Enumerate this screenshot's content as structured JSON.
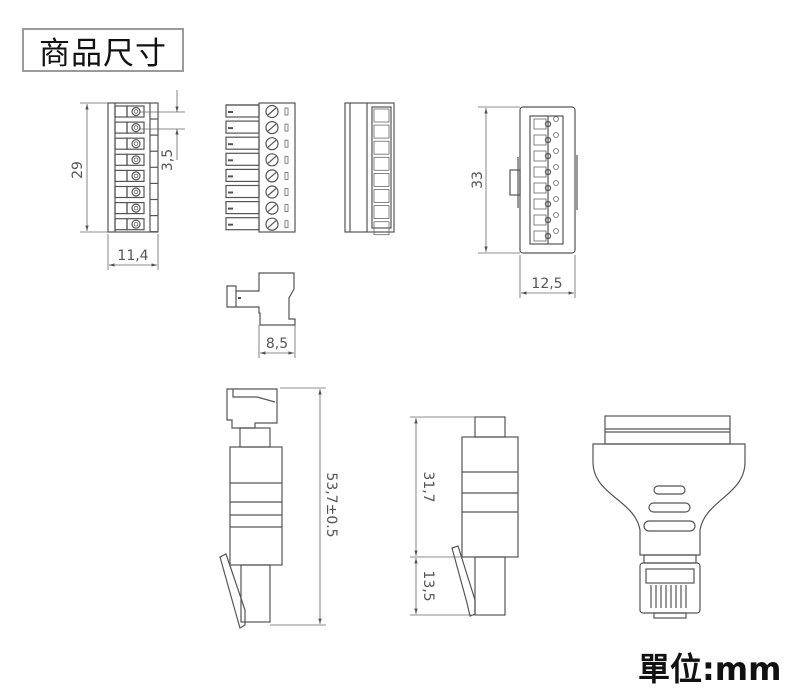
{
  "title": "商品尺寸",
  "unit_label": "單位:mm",
  "dimensions": {
    "terminal_height": "29",
    "pitch": "3,5",
    "terminal_width": "11,4",
    "terminal_side_depth": "8,5",
    "adapter_height": "33",
    "adapter_width": "12,5",
    "total_length": "53,7±0.5",
    "body_length": "31,7",
    "plug_length": "13,5"
  },
  "pin_count": 8
}
